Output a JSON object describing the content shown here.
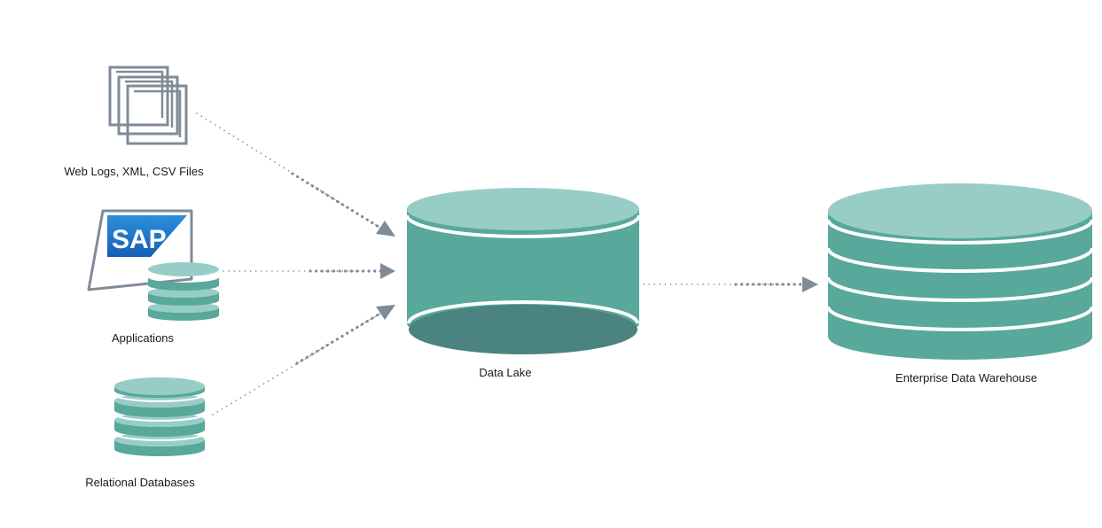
{
  "sources": [
    {
      "label": "Web Logs, XML, CSV Files",
      "icon": "stacked-files-icon"
    },
    {
      "label": "Applications",
      "icon": "sap-laptop-database-icon",
      "brand": "SAP"
    },
    {
      "label": "Relational Databases",
      "icon": "database-icon"
    }
  ],
  "data_lake": {
    "label": "Data Lake"
  },
  "warehouse": {
    "label": "Enterprise Data Warehouse"
  },
  "colors": {
    "cylinder_body": "#58a89b",
    "cylinder_top": "#98cdc7",
    "cylinder_dark": "#4a837f",
    "connector": "#808b98",
    "file_icon": "#808b98",
    "sap_blue": "#1c6bbd"
  }
}
